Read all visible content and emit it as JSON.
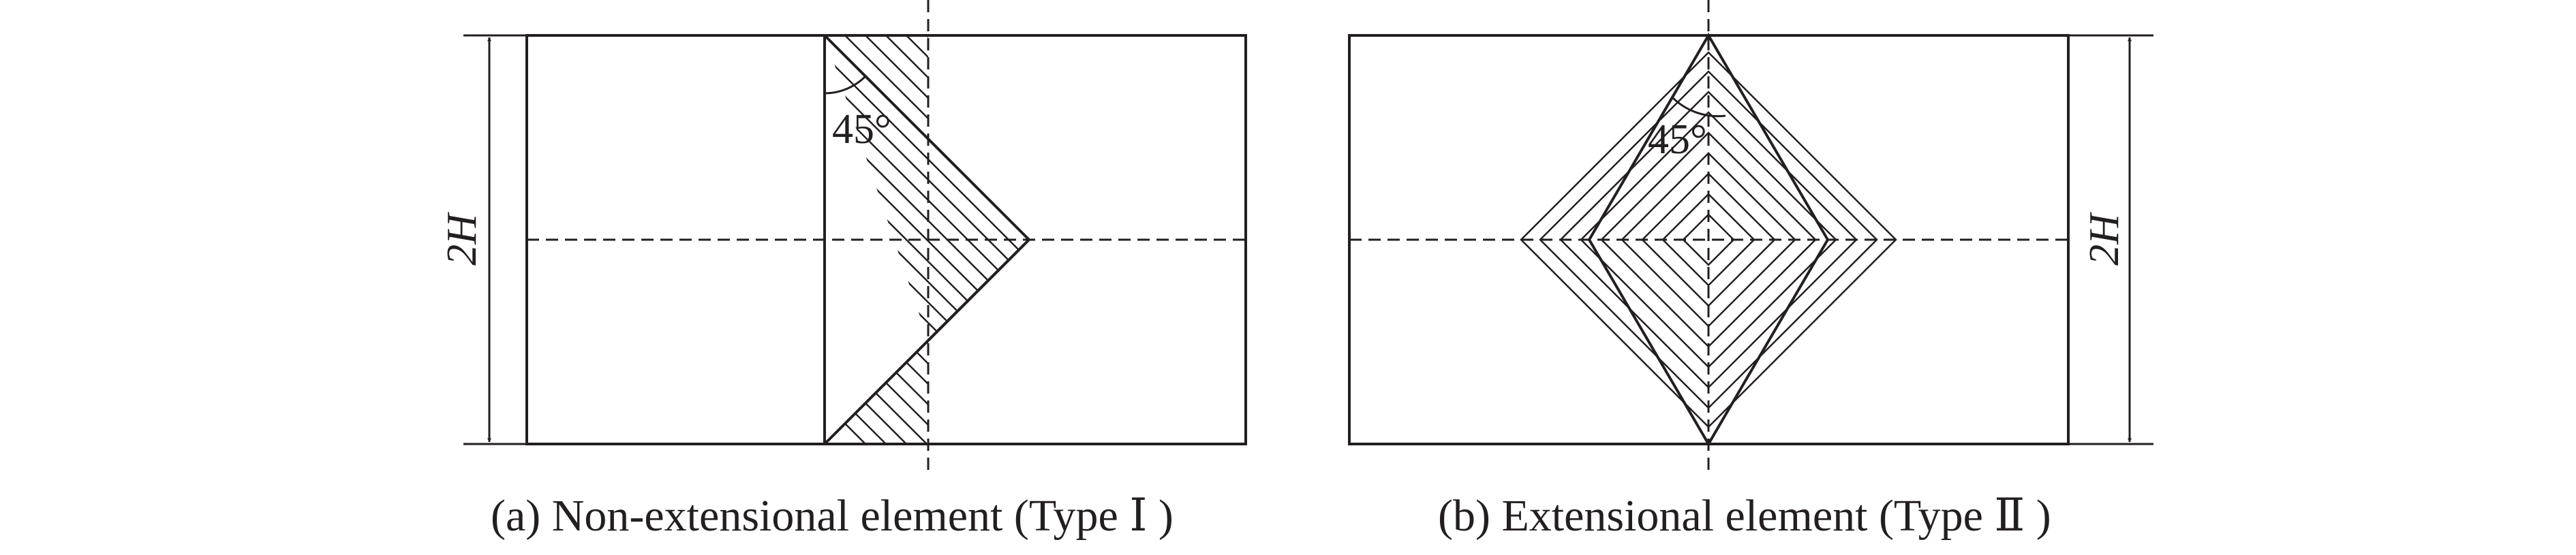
{
  "panel_a": {
    "angle_label": "45°",
    "dimension_label": "2H",
    "caption": "(a) Non-extensional element (Type Ⅰ )"
  },
  "panel_b": {
    "angle_label": "45°",
    "dimension_label": "2H",
    "caption": "(b) Extensional element (Type Ⅱ )"
  },
  "colors": {
    "line": "#231f20",
    "background": "#ffffff"
  }
}
